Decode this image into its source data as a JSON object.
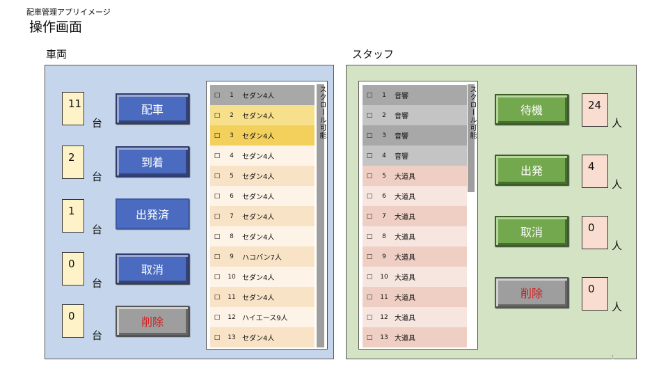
{
  "header": {
    "subtitle": "配車管理アプリイメージ",
    "title": "操作画面"
  },
  "vehicle": {
    "label": "車両",
    "unit": "台",
    "counts": [
      "11",
      "2",
      "1",
      "0",
      "0"
    ],
    "buttons": [
      "配車",
      "到着",
      "出発済",
      "取消",
      "削除"
    ],
    "scroll_label": "スクロール可能",
    "rows": [
      {
        "no": "1",
        "name": "セダン4人",
        "color": "#a8a8a8"
      },
      {
        "no": "2",
        "name": "セダン4人",
        "color": "#f7e08c"
      },
      {
        "no": "3",
        "name": "セダン4人",
        "color": "#f3cf5c"
      },
      {
        "no": "4",
        "name": "セダン4人",
        "color": "#fdf3e6"
      },
      {
        "no": "5",
        "name": "セダン4人",
        "color": "#f8e3c6"
      },
      {
        "no": "6",
        "name": "セダン4人",
        "color": "#fdf3e6"
      },
      {
        "no": "7",
        "name": "セダン4人",
        "color": "#f8e3c6"
      },
      {
        "no": "8",
        "name": "セダン4人",
        "color": "#fdf3e6"
      },
      {
        "no": "9",
        "name": "ハコバン7人",
        "color": "#f8e3c6"
      },
      {
        "no": "10",
        "name": "セダン4人",
        "color": "#fdf3e6"
      },
      {
        "no": "11",
        "name": "セダン4人",
        "color": "#f8e3c6"
      },
      {
        "no": "12",
        "name": "ハイエース9人",
        "color": "#fdf3e6"
      },
      {
        "no": "13",
        "name": "セダン4人",
        "color": "#f8e3c6"
      }
    ]
  },
  "staff": {
    "label": "スタッフ",
    "unit": "人",
    "counts": [
      "24",
      "4",
      "0",
      "0"
    ],
    "buttons": [
      "待機",
      "出発",
      "取消",
      "削除"
    ],
    "scroll_label": "スクロール可能",
    "rows": [
      {
        "no": "1",
        "name": "音響",
        "color": "#a8a8a8"
      },
      {
        "no": "2",
        "name": "音響",
        "color": "#c4c4c4"
      },
      {
        "no": "3",
        "name": "音響",
        "color": "#a8a8a8"
      },
      {
        "no": "4",
        "name": "音響",
        "color": "#c4c4c4"
      },
      {
        "no": "5",
        "name": "大道具",
        "color": "#efcfc4"
      },
      {
        "no": "6",
        "name": "大道具",
        "color": "#f7e6e0"
      },
      {
        "no": "7",
        "name": "大道具",
        "color": "#efcfc4"
      },
      {
        "no": "8",
        "name": "大道具",
        "color": "#f7e6e0"
      },
      {
        "no": "9",
        "name": "大道具",
        "color": "#efcfc4"
      },
      {
        "no": "10",
        "name": "大道具",
        "color": "#f7e6e0"
      },
      {
        "no": "11",
        "name": "大道具",
        "color": "#efcfc4"
      },
      {
        "no": "12",
        "name": "大道具",
        "color": "#f7e6e0"
      },
      {
        "no": "13",
        "name": "大道具",
        "color": "#efcfc4"
      }
    ]
  },
  "checkbox_glyph": "□",
  "page_number": "1",
  "colors": {
    "vehicle_panel": "#c5d5ec",
    "staff_panel": "#d3e3c4",
    "blue_button": "#4a6bbf",
    "green_button": "#74a84e",
    "delete_text": "#d42020"
  }
}
